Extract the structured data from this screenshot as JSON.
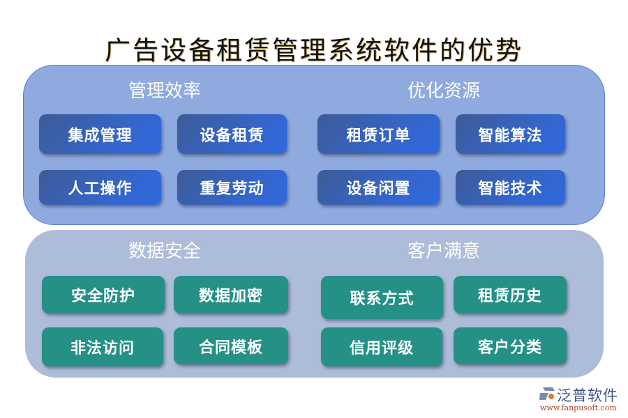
{
  "title": "广告设备租赁管理系统软件的优势",
  "sections": [
    {
      "title": "管理效率",
      "items": [
        "集成管理",
        "设备租赁",
        "人工操作",
        "重复劳动"
      ]
    },
    {
      "title": "优化资源",
      "items": [
        "租赁订单",
        "智能算法",
        "设备闲置",
        "智能技术"
      ]
    },
    {
      "title": "数据安全",
      "items": [
        "安全防护",
        "数据加密",
        "非法访问",
        "合同模板"
      ]
    },
    {
      "title": "客户满意",
      "items": [
        "联系方式",
        "租赁历史",
        "信用评级",
        "客户分类"
      ]
    }
  ],
  "colors": {
    "top_panel": "#8eaadf",
    "bottom_panel": "#adbcd9",
    "blue_card": "#3565c8",
    "teal_card": "#249086"
  },
  "logo": {
    "name": "泛普软件",
    "url": "www.fanpusoft.com"
  }
}
